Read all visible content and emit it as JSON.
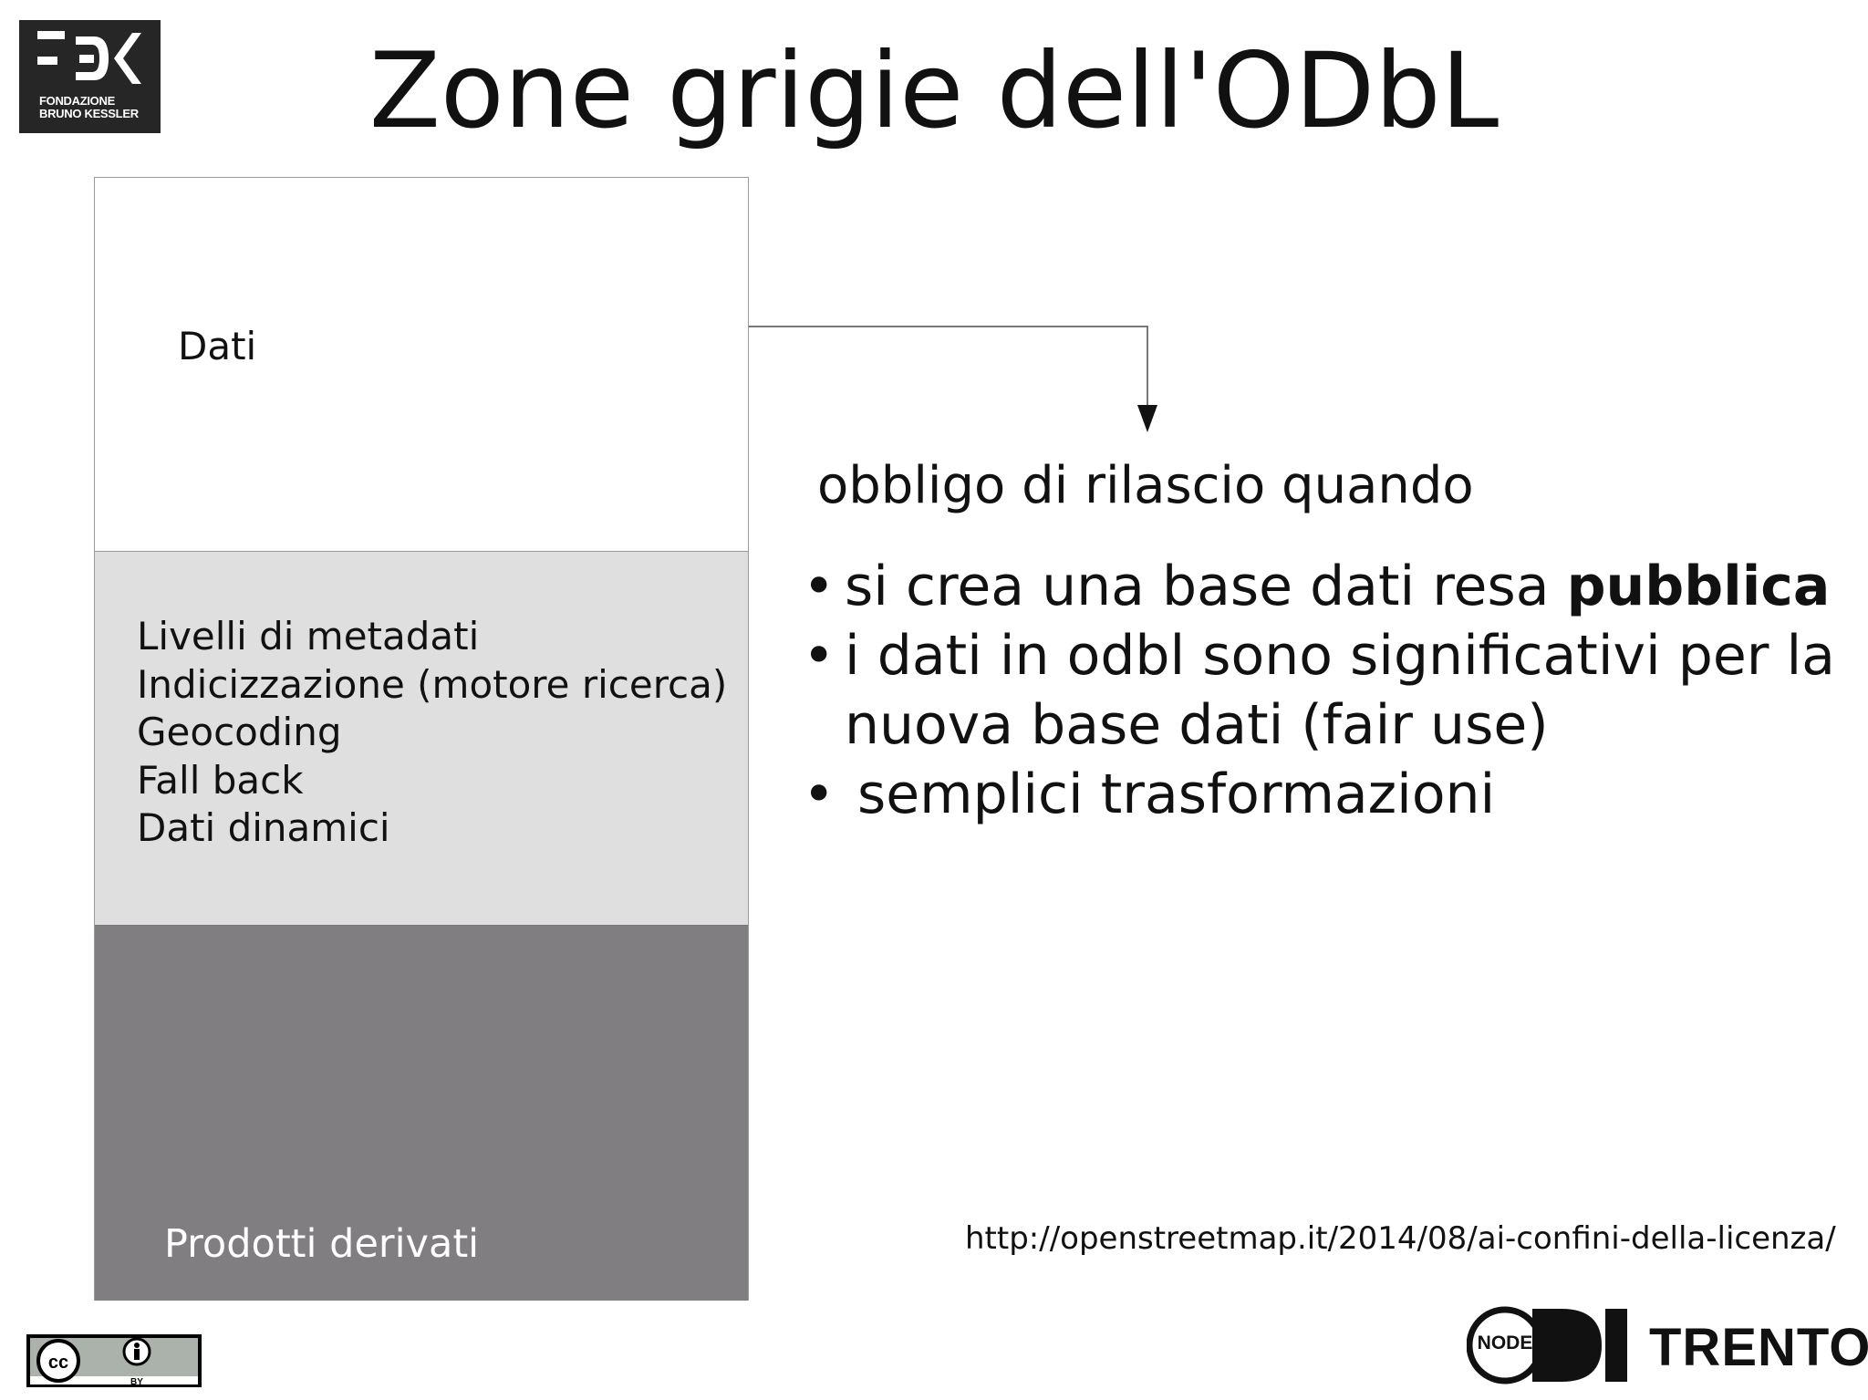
{
  "header": {
    "title": "Zone grigie dell'ODbL",
    "logo_text": "FONDAZIONE\nBRUNO KESSLER",
    "logo_icon": "fbk-logo-icon"
  },
  "stack": {
    "data_label": "Dati",
    "metadata_items": [
      "Livelli di metadati",
      "Indicizzazione (motore ricerca)",
      "Geocoding",
      "Fall back",
      "Dati dinamici"
    ],
    "products_label": "Prodotti derivati",
    "colors": {
      "data": "#ffffff",
      "metadata": "#e0dfe0",
      "products": "#807e80"
    }
  },
  "content": {
    "lead": "obbligo di rilascio quando",
    "bullet_symbol": "•",
    "bullets": {
      "b1_text": "si crea una base dati resa ",
      "b1_bold": "pubblica",
      "b2_line1": "i dati in odbl sono significativi per la",
      "b2_line2": "nuova base dati (fair use)",
      "b3_text": "semplici trasformazioni"
    },
    "url": "http://openstreetmap.it/2014/08/ai-confini-della-licenza/"
  },
  "footer": {
    "cc_icon": "creative-commons-icon",
    "cc_by_label": "BY",
    "odi_node_text": "NODE",
    "odi_city": "TRENTO"
  }
}
